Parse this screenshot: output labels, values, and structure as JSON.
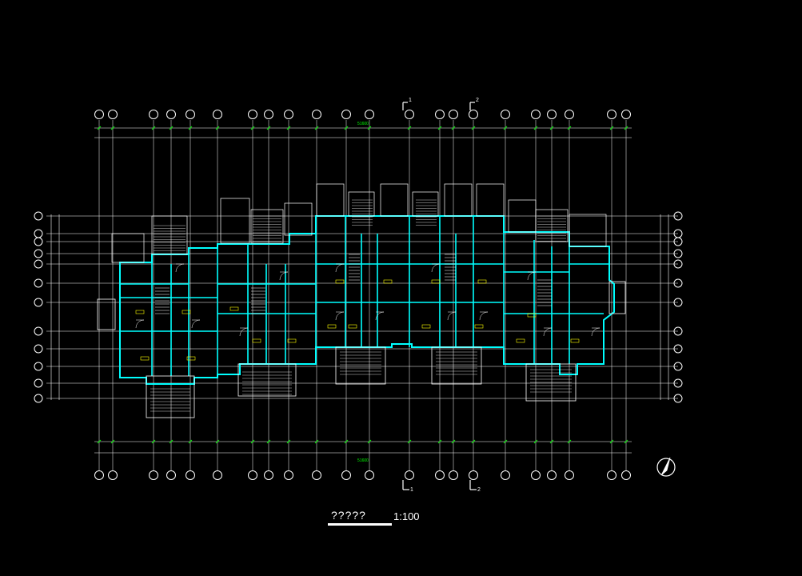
{
  "drawing": {
    "title": "?????",
    "scale": "1:100",
    "section_marks": [
      {
        "text": "1",
        "sub": ""
      },
      {
        "text": "2",
        "sub": ""
      },
      {
        "text": "1",
        "sub": "bottom"
      },
      {
        "text": "2",
        "sub": "bottom"
      }
    ],
    "overall_dimension_top": "51600",
    "overall_dimension_bottom": "51600",
    "colors": {
      "background": "#000000",
      "grid_lines": "#ffffff",
      "dimension_text": "#00ff00",
      "walls": "#00ffff",
      "fixtures": "#ffffff",
      "annotations": "#ffff00"
    },
    "north_arrow": "north-arrow-icon"
  }
}
